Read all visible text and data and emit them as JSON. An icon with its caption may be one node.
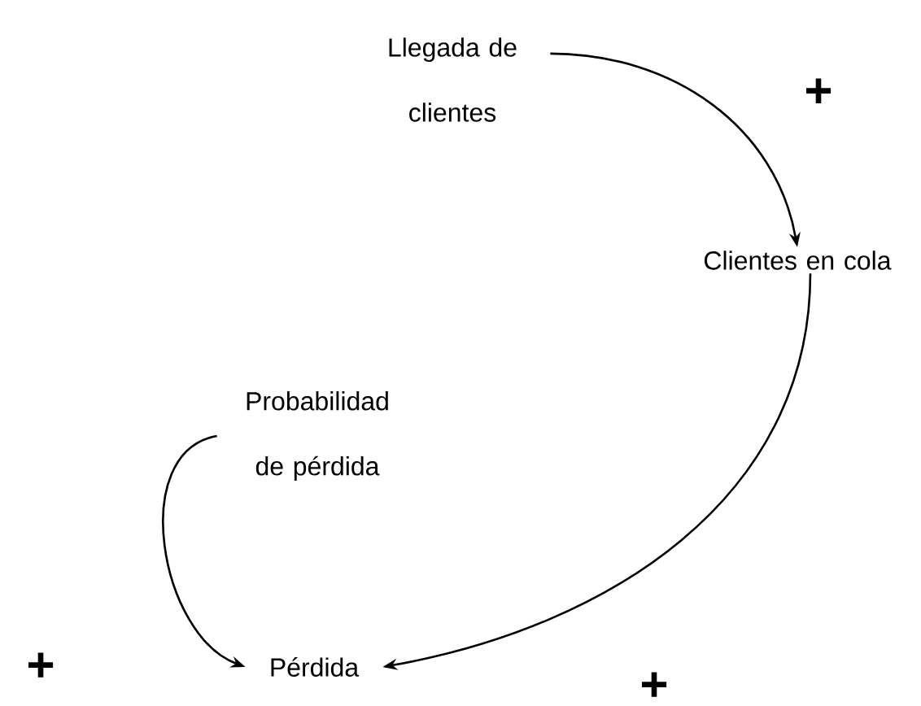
{
  "diagram": {
    "nodes": [
      {
        "text": [
          "Llegada de clientes"
        ]
      },
      {
        "text": [
          "Clientes en cola"
        ]
      },
      {
        "text": [
          "Probabilidad de pérdida"
        ]
      },
      {
        "text": [
          "Pérdida"
        ]
      }
    ],
    "edges": [
      {
        "from": 0,
        "to": 1,
        "arrow": "to",
        "label": "+"
      },
      {
        "from": 1,
        "to": 3,
        "arrow": "to",
        "label": "+"
      },
      {
        "from": 2,
        "to": 3,
        "arrow": "to",
        "label": "+"
      }
    ]
  }
}
